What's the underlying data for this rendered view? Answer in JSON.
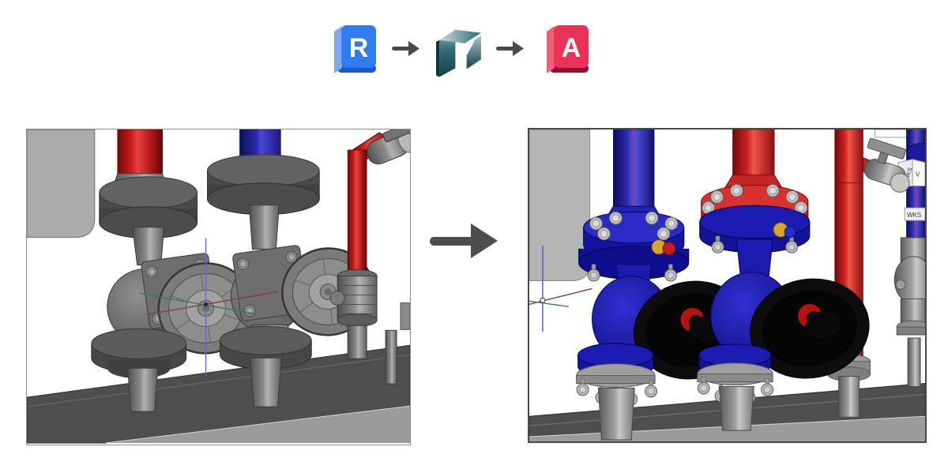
{
  "workflow": {
    "revit": {
      "letter": "R",
      "face_color": "#2f7bf0",
      "spine_color": "#7fa9ee",
      "base_color": "#1e57c8",
      "letter_color": "#ffffff"
    },
    "navisworks": {
      "teal_dark": "#16424c",
      "teal_mid": "#2e6a72",
      "teal_light": "#cfdadb"
    },
    "autocad": {
      "letter": "A",
      "face_color": "#ea3157",
      "spine_color": "#ee6076",
      "base_color": "#8e1034",
      "letter_color": "#ffffff"
    },
    "arrow_color": "#4a4a4a"
  },
  "figures": {
    "left": {
      "description": "Revit 3D view - monochrome shaded piping: two flanged gate valves with gray handwheels, red riser, dark-blue riser, small red branch pipe with ball valve, gray equipment panel, gray base plinth",
      "border_color": "#8c8c8c"
    },
    "right": {
      "description": "AutoCAD 3D solids view of the same assembly - blue valve bodies and flanges, red flange and red risers, black handwheels with red hubs, gray bolts, labeled blue pipe at right, gray base plinth",
      "border_color": "#4a4a4a"
    },
    "transition_arrow_color": "#4d4d4d"
  },
  "pipe_labels": {
    "links": "LINKS",
    "vor_partial": "V",
    "wks": "WKS"
  },
  "scene_colors": {
    "pipe_red": "#c41a1a",
    "pipe_navy": "#2a2aa8",
    "valve_blue": "#1c1cc2",
    "flange_red": "#d93030",
    "handwheel_black": "#0d0d0d",
    "hub_red": "#b51212",
    "metal_gray": "#8a8a8a",
    "base_dark": "#4e4e4e",
    "base_light": "#9b9b9b",
    "axis_blue": "#5050c8",
    "axis_red": "#8b3a44",
    "axis_green": "#3e7a50",
    "drain_yellow": "#d9a62a",
    "drain_red": "#c41f1f",
    "drain_blue": "#2233cc"
  }
}
